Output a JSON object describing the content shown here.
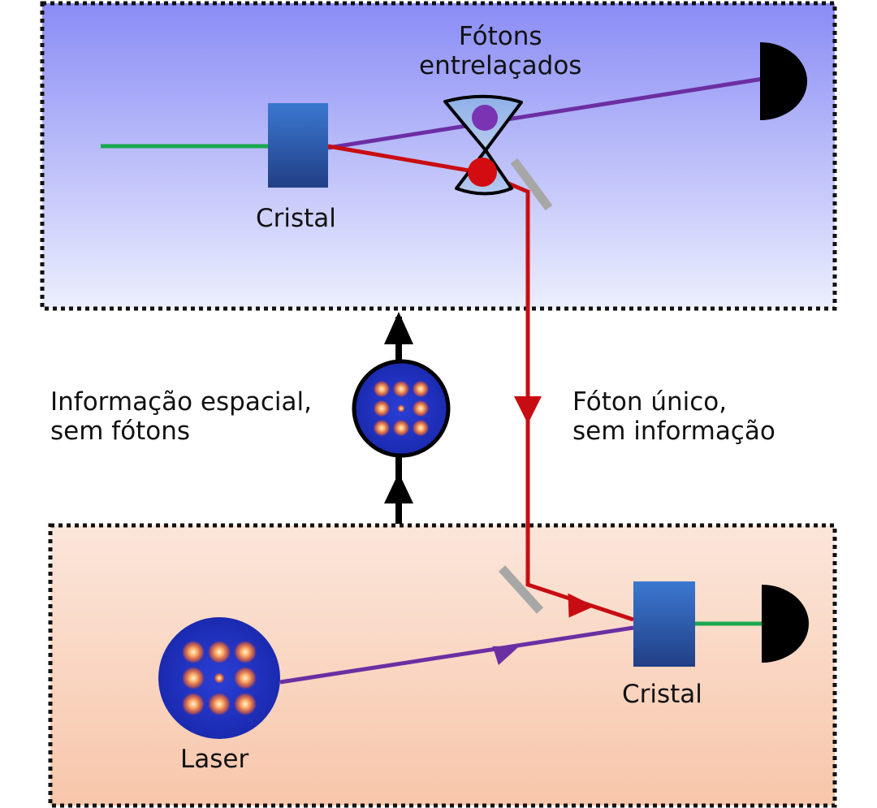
{
  "labels": {
    "entangled_photons": [
      "Fótons",
      "entrelaçados"
    ],
    "crystal_top": "Cristal",
    "crystal_bottom": "Cristal",
    "laser": "Laser",
    "spatial_info": [
      "Informação espacial,",
      "sem fótons"
    ],
    "single_photon": [
      "Fóton único,",
      "sem informação"
    ]
  },
  "colors": {
    "top_panel_top": "#8a8cf5",
    "top_panel_bottom": "#eceffd",
    "bottom_panel_top": "#fbe6da",
    "bottom_panel_bottom": "#f8c8ae",
    "pump_green": "#1aa84f",
    "idler_red": "#c80d12",
    "signal_purple": "#6b2ea3",
    "crystal_blue": "#2f63b8",
    "mirror_gray": "#a7a7a7",
    "detector_black": "#000000",
    "pattern_blue": "#1c2fbf",
    "pattern_spot": "#ff9a52"
  },
  "icons": {
    "detector": "detector-icon",
    "crystal": "crystal-icon",
    "mirror": "mirror-icon",
    "entangled_pair": "entangled-pair-icon",
    "laser": "laser-pattern-icon",
    "image_pattern": "image-pattern-icon"
  }
}
